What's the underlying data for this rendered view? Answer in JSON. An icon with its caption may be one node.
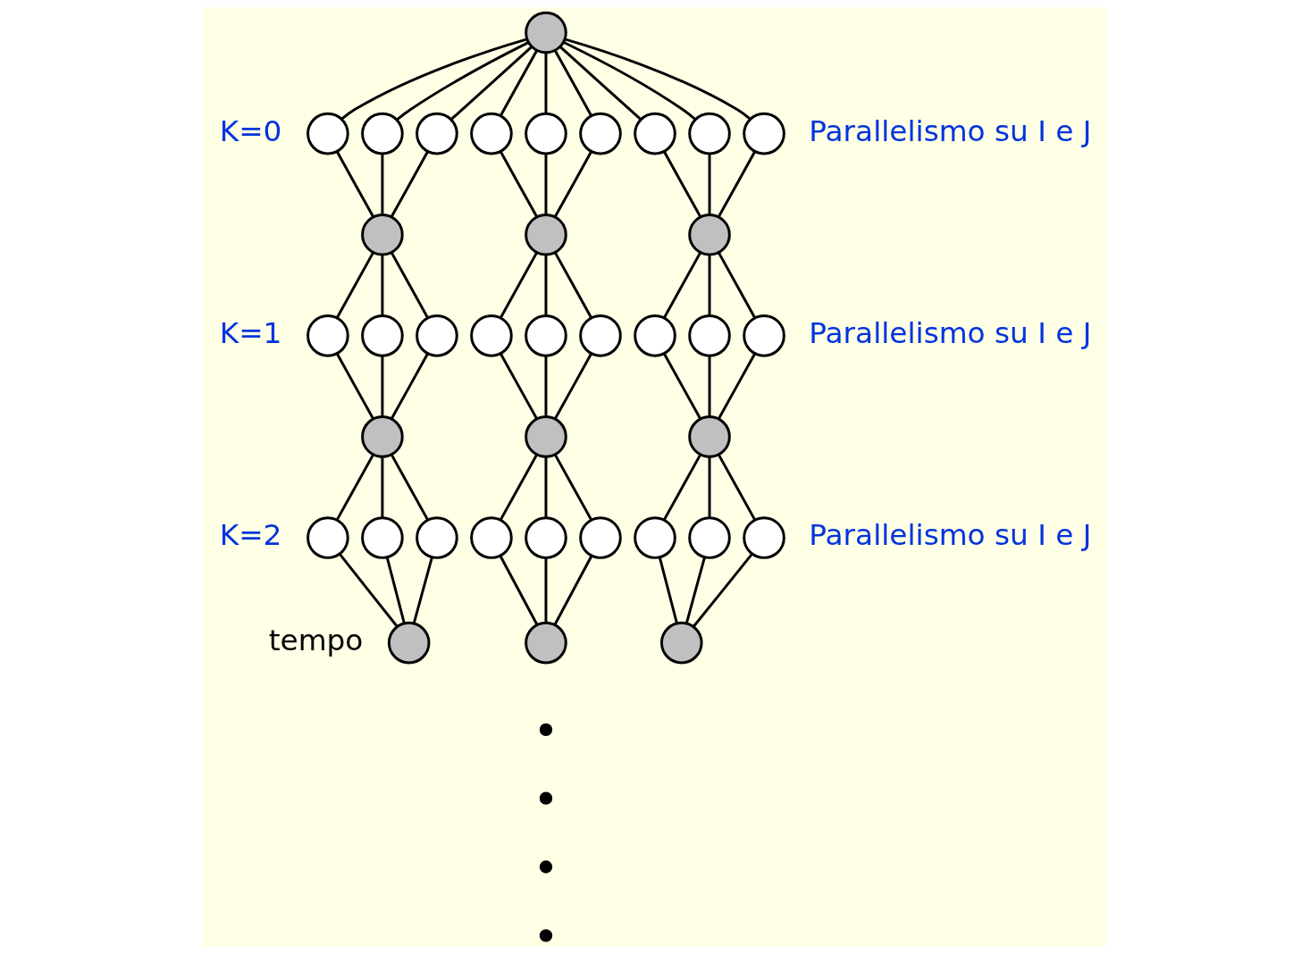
{
  "diagram": {
    "nodes": [
      {
        "text": [],
        "shape": "circle"
      },
      {
        "text": [],
        "shape": "circle"
      },
      {
        "text": [],
        "shape": "circle"
      },
      {
        "text": [],
        "shape": "circle"
      },
      {
        "text": [],
        "shape": "circle"
      },
      {
        "text": [],
        "shape": "circle"
      },
      {
        "text": [],
        "shape": "circle"
      },
      {
        "text": [],
        "shape": "circle"
      },
      {
        "text": [],
        "shape": "circle"
      },
      {
        "text": [],
        "shape": "circle"
      },
      {
        "text": [],
        "shape": "circle"
      },
      {
        "text": [],
        "shape": "circle"
      },
      {
        "text": [],
        "shape": "circle"
      },
      {
        "text": [],
        "shape": "circle"
      },
      {
        "text": [],
        "shape": "circle"
      },
      {
        "text": [],
        "shape": "circle"
      },
      {
        "text": [],
        "shape": "circle"
      },
      {
        "text": [],
        "shape": "circle"
      },
      {
        "text": [],
        "shape": "circle"
      },
      {
        "text": [],
        "shape": "circle"
      },
      {
        "text": [],
        "shape": "circle"
      },
      {
        "text": [],
        "shape": "circle"
      },
      {
        "text": [],
        "shape": "circle"
      },
      {
        "text": [],
        "shape": "circle"
      },
      {
        "text": [],
        "shape": "circle"
      },
      {
        "text": [],
        "shape": "circle"
      },
      {
        "text": [],
        "shape": "circle"
      },
      {
        "text": [],
        "shape": "circle"
      },
      {
        "text": [],
        "shape": "circle"
      },
      {
        "text": [],
        "shape": "circle"
      },
      {
        "text": [],
        "shape": "circle"
      },
      {
        "text": [],
        "shape": "circle"
      },
      {
        "text": [],
        "shape": "circle"
      },
      {
        "text": [],
        "shape": "circle"
      },
      {
        "text": [],
        "shape": "circle"
      },
      {
        "text": [],
        "shape": "circle"
      },
      {
        "text": [],
        "shape": "circle"
      }
    ],
    "edges": [
      {
        "from": 0,
        "to": 1,
        "arrow": "none"
      },
      {
        "from": 0,
        "to": 2,
        "arrow": "none"
      },
      {
        "from": 0,
        "to": 3,
        "arrow": "none"
      },
      {
        "from": 0,
        "to": 4,
        "arrow": "none"
      },
      {
        "from": 0,
        "to": 5,
        "arrow": "none"
      },
      {
        "from": 0,
        "to": 6,
        "arrow": "none"
      },
      {
        "from": 0,
        "to": 7,
        "arrow": "none"
      },
      {
        "from": 0,
        "to": 8,
        "arrow": "none"
      },
      {
        "from": 0,
        "to": 9,
        "arrow": "none"
      },
      {
        "from": 1,
        "to": 10,
        "arrow": "none"
      },
      {
        "from": 2,
        "to": 10,
        "arrow": "none"
      },
      {
        "from": 3,
        "to": 10,
        "arrow": "none"
      },
      {
        "from": 4,
        "to": 11,
        "arrow": "none"
      },
      {
        "from": 5,
        "to": 11,
        "arrow": "none"
      },
      {
        "from": 6,
        "to": 11,
        "arrow": "none"
      },
      {
        "from": 7,
        "to": 12,
        "arrow": "none"
      },
      {
        "from": 8,
        "to": 12,
        "arrow": "none"
      },
      {
        "from": 9,
        "to": 12,
        "arrow": "none"
      },
      {
        "from": 10,
        "to": 13,
        "arrow": "none"
      },
      {
        "from": 10,
        "to": 14,
        "arrow": "none"
      },
      {
        "from": 10,
        "to": 15,
        "arrow": "none"
      },
      {
        "from": 11,
        "to": 16,
        "arrow": "none"
      },
      {
        "from": 11,
        "to": 17,
        "arrow": "none"
      },
      {
        "from": 11,
        "to": 18,
        "arrow": "none"
      },
      {
        "from": 12,
        "to": 19,
        "arrow": "none"
      },
      {
        "from": 12,
        "to": 20,
        "arrow": "none"
      },
      {
        "from": 12,
        "to": 21,
        "arrow": "none"
      },
      {
        "from": 13,
        "to": 22,
        "arrow": "none"
      },
      {
        "from": 14,
        "to": 22,
        "arrow": "none"
      },
      {
        "from": 15,
        "to": 22,
        "arrow": "none"
      },
      {
        "from": 16,
        "to": 23,
        "arrow": "none"
      },
      {
        "from": 17,
        "to": 23,
        "arrow": "none"
      },
      {
        "from": 18,
        "to": 23,
        "arrow": "none"
      },
      {
        "from": 19,
        "to": 24,
        "arrow": "none"
      },
      {
        "from": 20,
        "to": 24,
        "arrow": "none"
      },
      {
        "from": 21,
        "to": 24,
        "arrow": "none"
      },
      {
        "from": 22,
        "to": 25,
        "arrow": "none"
      },
      {
        "from": 22,
        "to": 26,
        "arrow": "none"
      },
      {
        "from": 22,
        "to": 27,
        "arrow": "none"
      },
      {
        "from": 23,
        "to": 28,
        "arrow": "none"
      },
      {
        "from": 23,
        "to": 29,
        "arrow": "none"
      },
      {
        "from": 23,
        "to": 30,
        "arrow": "none"
      },
      {
        "from": 24,
        "to": 31,
        "arrow": "none"
      },
      {
        "from": 24,
        "to": 32,
        "arrow": "none"
      },
      {
        "from": 24,
        "to": 33,
        "arrow": "none"
      },
      {
        "from": 25,
        "to": 34,
        "arrow": "none"
      },
      {
        "from": 26,
        "to": 34,
        "arrow": "none"
      },
      {
        "from": 27,
        "to": 34,
        "arrow": "none"
      },
      {
        "from": 28,
        "to": 35,
        "arrow": "none"
      },
      {
        "from": 29,
        "to": 35,
        "arrow": "none"
      },
      {
        "from": 30,
        "to": 35,
        "arrow": "none"
      },
      {
        "from": 31,
        "to": 36,
        "arrow": "none"
      },
      {
        "from": 32,
        "to": 36,
        "arrow": "none"
      },
      {
        "from": 33,
        "to": 36,
        "arrow": "none"
      }
    ],
    "labels": [
      "K=0",
      "Parallelismo su I e J",
      "K=1",
      "Parallelismo su I e J",
      "K=2",
      "Parallelismo su I e J",
      "tempo"
    ]
  }
}
